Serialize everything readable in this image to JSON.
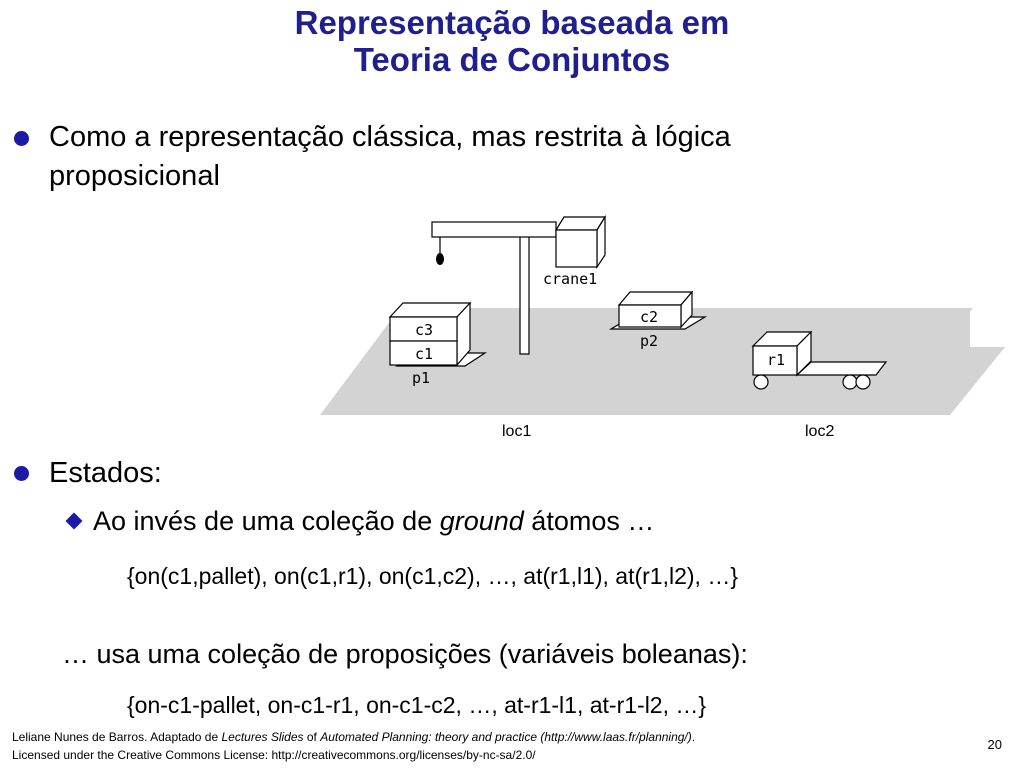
{
  "title": {
    "line1": "Representação baseada em",
    "line2": "Teoria de Conjuntos"
  },
  "bullet1": {
    "line1": "Como a representação clássica, mas restrita à lógica",
    "line2": "proposicional"
  },
  "diagram": {
    "crane_label": "crane1",
    "c3": "c3",
    "c1": "c1",
    "c2": "c2",
    "p1": "p1",
    "p2": "p2",
    "r1": "r1",
    "loc1": "loc1",
    "loc2": "loc2"
  },
  "bullet2": {
    "label": "Estados:",
    "sub_prefix": "Ao invés de uma coleção de ",
    "sub_italic": "ground",
    "sub_suffix": " átomos …",
    "set1": "{on(c1,pallet), on(c1,r1), on(c1,c2), …, at(r1,l1), at(r1,l2), …}",
    "line2": "… usa uma coleção de proposições (variáveis boleanas):",
    "set2": "{on-c1-pallet, on-c1-r1, on-c1-c2, …, at-r1-l1, at-r1-l2, …}"
  },
  "footer": {
    "l1_a": "Leliane Nunes de Barros. Adaptado de ",
    "l1_b": "Lectures Slides",
    "l1_c": " of ",
    "l1_d": "Automated Planning: theory and practice (http://www.laas.fr/planning/)",
    "l1_e": ".",
    "line2": "Licensed under the Creative Commons License: http://creativecommons.org/licenses/by-nc-sa/2.0/"
  },
  "page_number": "20",
  "colors": {
    "title": "#1f1f8f",
    "bullet": "#1a1aa6",
    "floor": "#d3d3d3"
  }
}
